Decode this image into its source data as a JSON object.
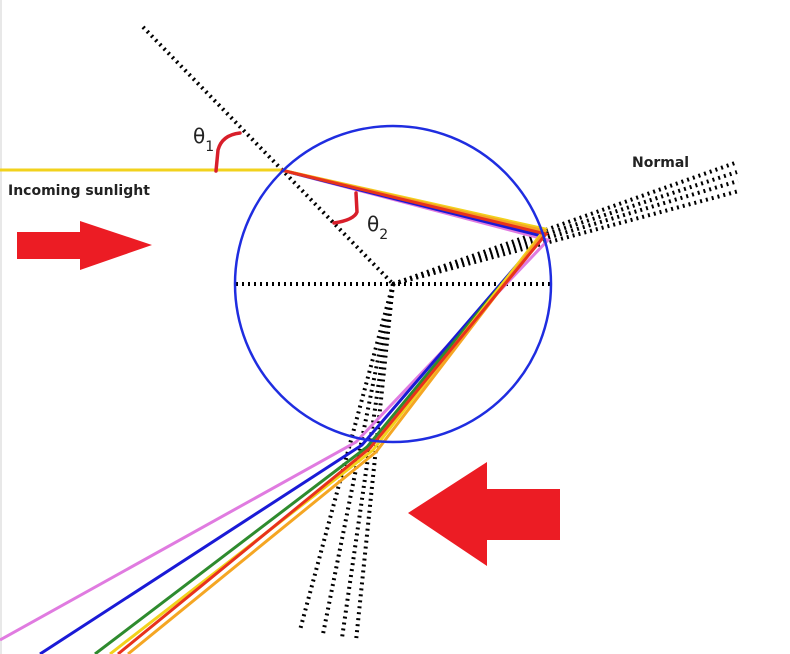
{
  "labels": {
    "incoming_sunlight": "Incoming sunlight",
    "normal": "Normal",
    "theta": "θ",
    "theta1_sub": "1",
    "theta2_sub": "2"
  },
  "colors": {
    "droplet": "#1f2de0",
    "sunlight": "#f2d21c",
    "arrow": "#ec1c24",
    "angle_mark": "#d81e2a",
    "normal_line": "#000000",
    "ray_violet": "#e07be0",
    "ray_blue": "#1a1ad6",
    "ray_green": "#2e8b2e",
    "ray_yellow": "#f2d21c",
    "ray_orange": "#f5a623",
    "ray_red": "#e8321c"
  },
  "icons": {
    "right_arrow": "red-right-arrow-icon",
    "left_arrow": "red-left-arrow-icon"
  },
  "rays": [
    "violet",
    "blue",
    "green",
    "yellow",
    "orange",
    "red"
  ]
}
